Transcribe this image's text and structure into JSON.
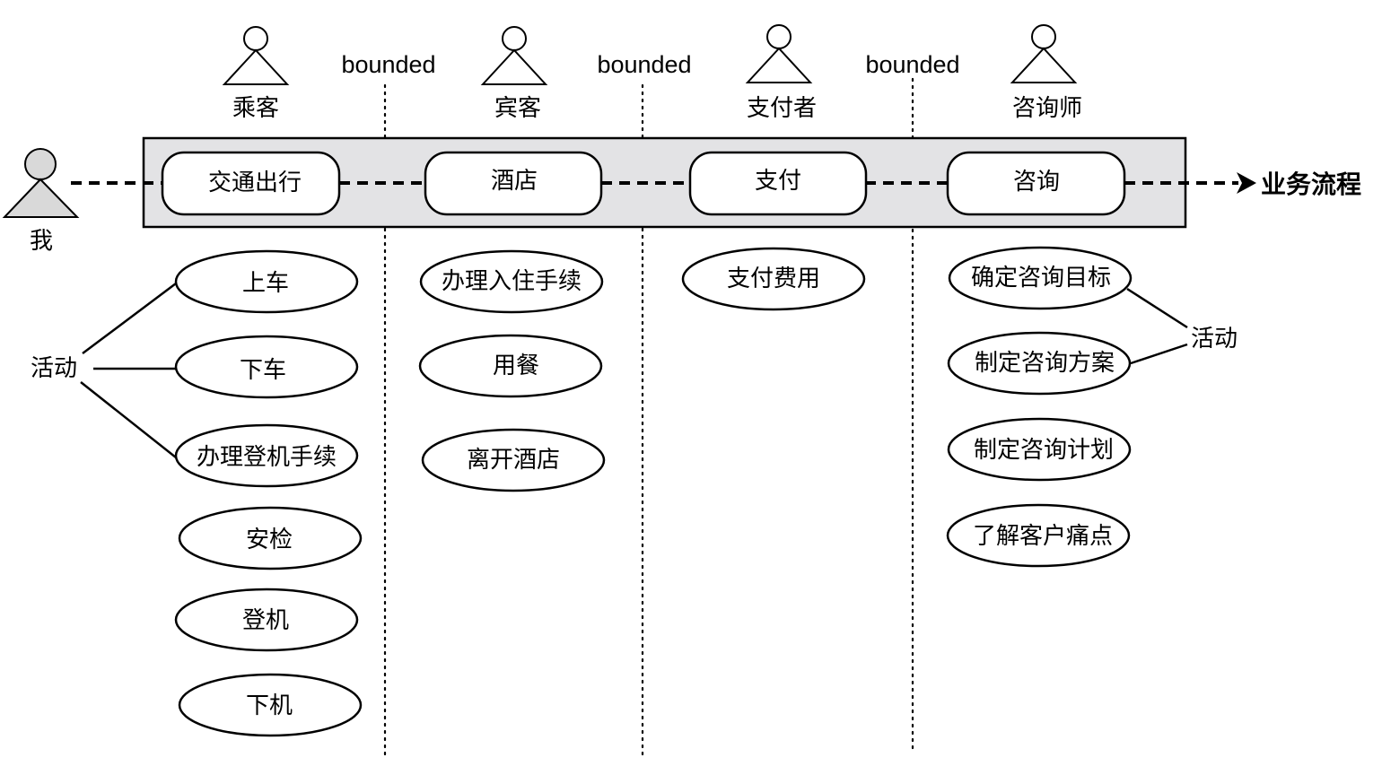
{
  "actor_me": {
    "label": "我",
    "color": "#d9d9d9"
  },
  "roles": [
    {
      "label": "乘客",
      "icon": "person-icon"
    },
    {
      "label": "宾客",
      "icon": "person-icon"
    },
    {
      "label": "支付者",
      "icon": "person-icon"
    },
    {
      "label": "咨询师",
      "icon": "person-icon"
    }
  ],
  "bounded_labels": [
    "bounded",
    "bounded",
    "bounded"
  ],
  "band": {
    "color": "#e3e3e5"
  },
  "contexts": [
    "交通出行",
    "酒店",
    "支付",
    "咨询"
  ],
  "flow_label": "业务流程",
  "activities": {
    "transport": [
      "上车",
      "下车",
      "办理登机手续",
      "安检",
      "登机",
      "下机"
    ],
    "hotel": [
      "办理入住手续",
      "用餐",
      "离开酒店"
    ],
    "payment": [
      "支付费用"
    ],
    "consulting": [
      "确定咨询目标",
      "制定咨询方案",
      "制定咨询计划",
      "了解客户痛点"
    ]
  },
  "activity_label_left": "活动",
  "activity_label_right": "活动"
}
